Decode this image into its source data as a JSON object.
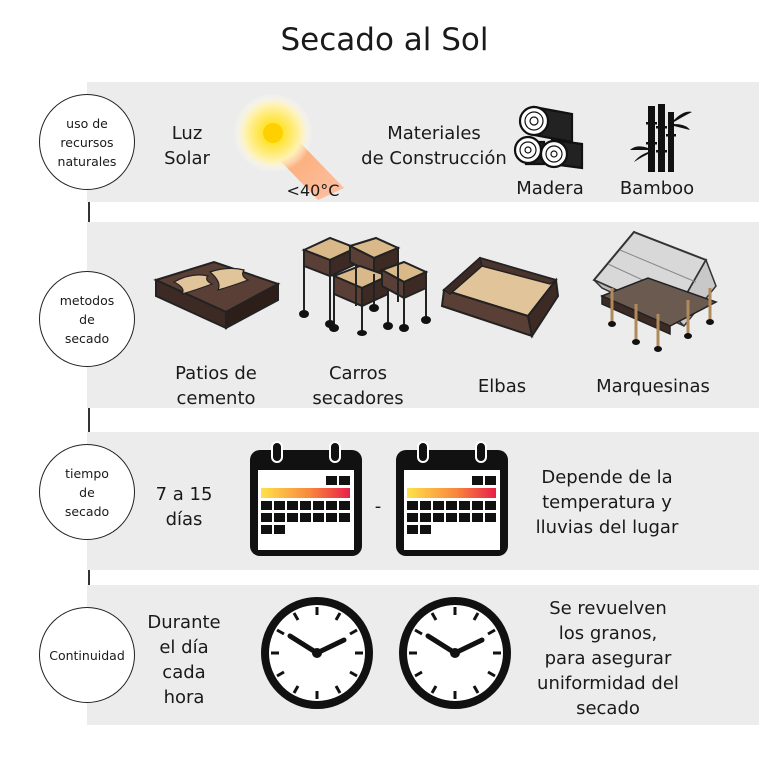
{
  "title": "Secado al Sol",
  "rows": [
    {
      "label": "uso de\nrecursos\nnaturales",
      "luz": "Luz\nSolar",
      "temp": "<40°C",
      "materiales": "Materiales\nde Construcción",
      "madera": "Madera",
      "bamboo": "Bamboo"
    },
    {
      "label": "metodos\nde\nsecado",
      "patios": "Patios de\ncemento",
      "carros": "Carros\nsecadores",
      "elbas": "Elbas",
      "marquesinas": "Marquesinas"
    },
    {
      "label": "tiempo\nde\nsecado",
      "dias": "7 a 15\ndías",
      "separator": "-",
      "depende": "Depende de la\ntemperatura y\nlluvias del lugar"
    },
    {
      "label": "Continuidad",
      "durante": "Durante\nel día\ncada\nhora",
      "revuelven": "Se revuelven\nlos granos,\npara asegurar\nuniformidad del\nsecado"
    }
  ],
  "icons": [
    "sun-icon",
    "wood-logs-icon",
    "bamboo-icon",
    "cement-patio-icon",
    "drying-carts-icon",
    "elba-icon",
    "marquesina-icon",
    "calendar-icon",
    "clock-icon"
  ]
}
